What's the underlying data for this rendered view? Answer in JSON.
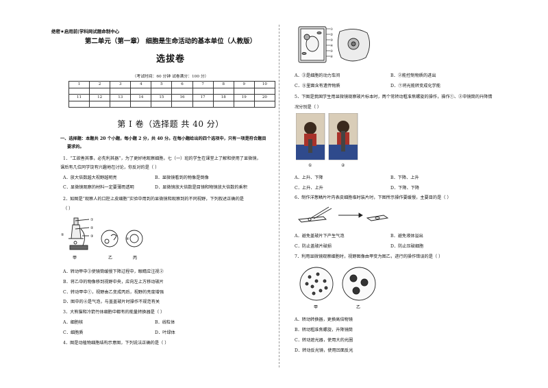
{
  "header_tag": "绝密★启用前|学科网试题命制中心",
  "title": "第二单元（第一章）    细胞是生命活动的基本单位（人教版）",
  "subtitle": "选拔卷",
  "exam_info": "（考试时间：60 分钟    试卷满分：100 分）",
  "answer_grid": {
    "row1": [
      "1",
      "2",
      "3",
      "4",
      "5",
      "6",
      "7",
      "8",
      "9",
      "10"
    ],
    "row2": [
      "11",
      "12",
      "13",
      "14",
      "15",
      "16",
      "17",
      "18",
      "19",
      "20"
    ]
  },
  "section_title": "第 I 卷（选择题  共 40 分）",
  "instructions": {
    "line1": "一、选择题：本题共 20 个小题，每小题 2 分，共 40 分。在每小题给出的四个选项中，只有一项是符合题目",
    "line2": "要求的。"
  },
  "q1": {
    "line1": "1．“工欲善其事，必先利其器”，为了更好地观察细胞，七（一）班的学生在课堂上了解和使用了显微镜，",
    "line2": "课后有几位同学饶有兴趣地在讨论，你反对的是（     ）",
    "A": "A．放大倍数越大视野越明亮",
    "B": "B．显微镜看到的物像是倒像",
    "C": "C．显微镜观察的材料一定要薄而透明",
    "D": "D．显微镜放大倍数是目镜和物镜放大倍数的乘积"
  },
  "q2": {
    "line1": "2．如图是“观察人的口腔上皮细胞”实验中用到的显微镜和观察到的不同视野，下列叙述正确的是",
    "line2": "（     ）",
    "fig_labels": {
      "jia": "甲",
      "yi": "乙",
      "bing": "丙",
      "c1": "①",
      "c2": "②",
      "c3": "③",
      "c4": "④",
      "c5": "⑤"
    },
    "A": "A．转动甲中③使镜筒缓慢下降过程中，眼睛应注视②",
    "B": "B．将乙中的物像移到视野中央，应向左上方移动玻片",
    "C": "C．转动甲中①，视野由乙变成丙后，视野的亮度增强",
    "D": "D．图中的④是气泡，与盖盖玻片时操作不规范有关"
  },
  "q3": {
    "line1": "3．大熊猫和冷箭竹体细胞中都有的能量转换器是（     ）",
    "A": "A．细胞核",
    "B": "B．线粒体",
    "C": "C．细胞质",
    "D": "D．叶绿体"
  },
  "q4": {
    "line1": "4．图是动植物细胞结构示意图，下列说法正确的是（     ）",
    "fig_labels": [
      "①",
      "②",
      "③",
      "④",
      "⑤",
      "⑥"
    ],
    "A": "A．③是细胞的动力车间",
    "B": "B．②能控制物质的进出",
    "C": "C．⑤里面含有遗传物质",
    "D": "D．⑦将光能转变成化学能"
  },
  "q5": {
    "line1": "5．下图是我国学生用显微镜观察玻片标本时，两个常转动粗准焦螺旋的操作，操作①、②中镜筒的升降情",
    "line2": "况分别是（     ）",
    "fig_labels": {
      "c1": "①",
      "c2": "②"
    },
    "A": "A．上升、下降",
    "B": "B．下降、上升",
    "C": "C．上升、上升",
    "D": "D．下降、下降"
  },
  "q6": {
    "line1": "6．制作洋葱鳞片叶内表皮细胞临时装片时，下图所示操作要缓慢，主要目的是（     ）",
    "A": "A．避免盖玻片下产生气泡",
    "B": "B．避免液体溢出",
    "C": "C．防止盖玻片破损",
    "D": "D．防止压破细胞"
  },
  "q7": {
    "line1": "7．利用显微镜观察细胞时，视野图像由甲变为图乙，进行的操作错误的是（     ）",
    "fig_labels": {
      "jia": "甲",
      "yi": "乙"
    },
    "A": "A．转动转换器，更换高倍物镜",
    "B": "B．转动粗准焦螺旋，升降镜筒",
    "C": "C．转动遮光器，使用大的光圈",
    "D": "D．转动反光镜，使用凹面反光"
  }
}
